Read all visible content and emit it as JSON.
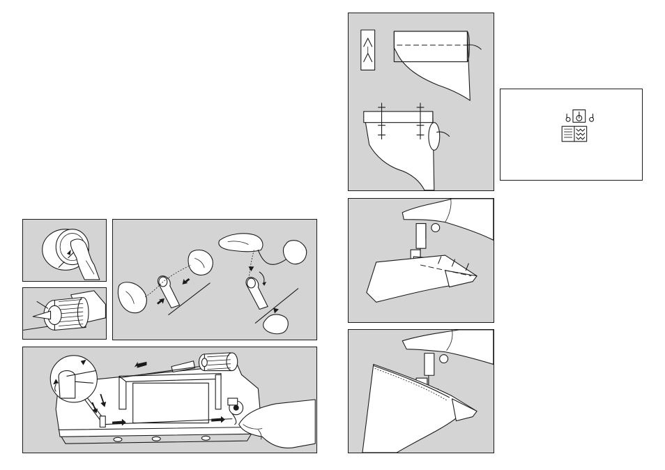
{
  "colors": {
    "panel_bg": "#d4d4d4",
    "line": "#1a1a1a",
    "paper": "#ffffff"
  },
  "figures": [
    {
      "id": "bobbin-check",
      "icon": "bobbin-in-hand-icon"
    },
    {
      "id": "bobbin-on-spindle",
      "icon": "bobbin-spindle-icon"
    },
    {
      "id": "thread-knot-steps",
      "icon": "hands-threading-icon"
    },
    {
      "id": "bobbin-winding-path",
      "icon": "winding-machine-icon"
    },
    {
      "id": "fabric-fold-stitch",
      "icon": "folded-fabric-icon"
    },
    {
      "id": "foot-stitch-selector",
      "icon": "presser-foot-selector-icon"
    },
    {
      "id": "blind-hem-sewing",
      "icon": "presser-foot-sewing-icon"
    },
    {
      "id": "edge-stitch-sewing",
      "icon": "edge-sewing-icon"
    }
  ]
}
